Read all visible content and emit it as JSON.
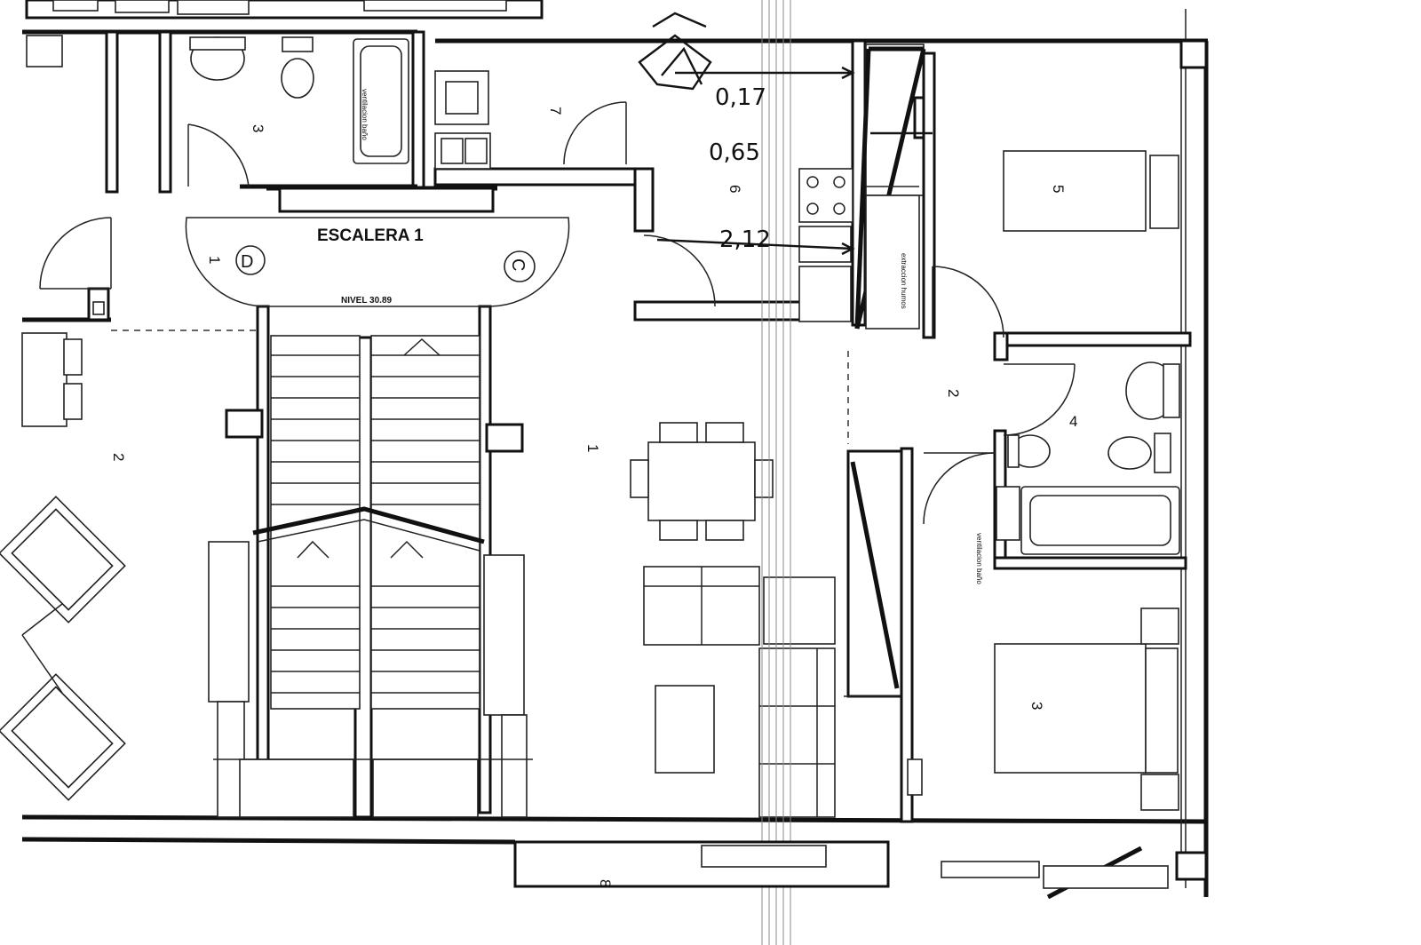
{
  "stair": {
    "title": "ESCALERA 1",
    "level": "NIVEL 30.89",
    "landing_number": "1",
    "symbol_down": "D",
    "symbol_up": "C"
  },
  "rooms": {
    "left_bath": "3",
    "left_lounge": "2",
    "hall_top": "7",
    "kitchen": "6",
    "living": "1",
    "corridor": "2",
    "bath_right": "4",
    "bedroom_top": "5",
    "bedroom_bottom": "3",
    "balcony": "8"
  },
  "notes": {
    "ventilation_left": "ventilacion baño",
    "ventilation_right": "ventilacion baño",
    "extraction": "extraccion humos"
  },
  "handwritten": {
    "dim_1": "0,65",
    "dim_2": "2,12",
    "dim_3": "0,17"
  }
}
